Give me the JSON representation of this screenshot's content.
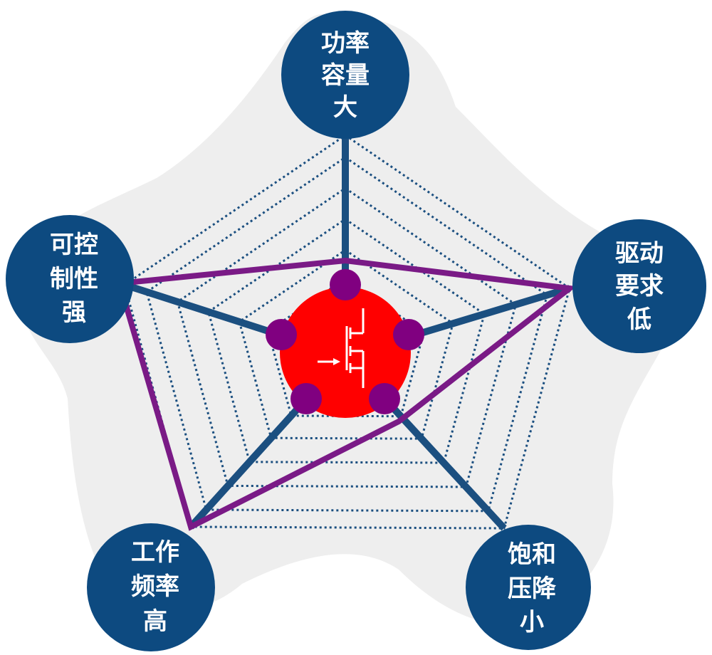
{
  "colors": {
    "node_fill": "#0d4a80",
    "node_text": "#ffffff",
    "grid": "#1b4f80",
    "profile": "#7a1a86",
    "dots": "#800080",
    "center": "#ff0000",
    "backdrop": "#eeeeee"
  },
  "center_icon": "mosfet-transistor-symbol",
  "nodes": [
    {
      "id": "power",
      "lines": [
        "功率",
        "容量",
        "大"
      ]
    },
    {
      "id": "drive",
      "lines": [
        "驱动",
        "要求",
        "低"
      ]
    },
    {
      "id": "saturation",
      "lines": [
        "饱和",
        "压降",
        "小"
      ]
    },
    {
      "id": "frequency",
      "lines": [
        "工作",
        "频率",
        "高"
      ]
    },
    {
      "id": "control",
      "lines": [
        "可控",
        "制性",
        "强"
      ]
    }
  ]
}
